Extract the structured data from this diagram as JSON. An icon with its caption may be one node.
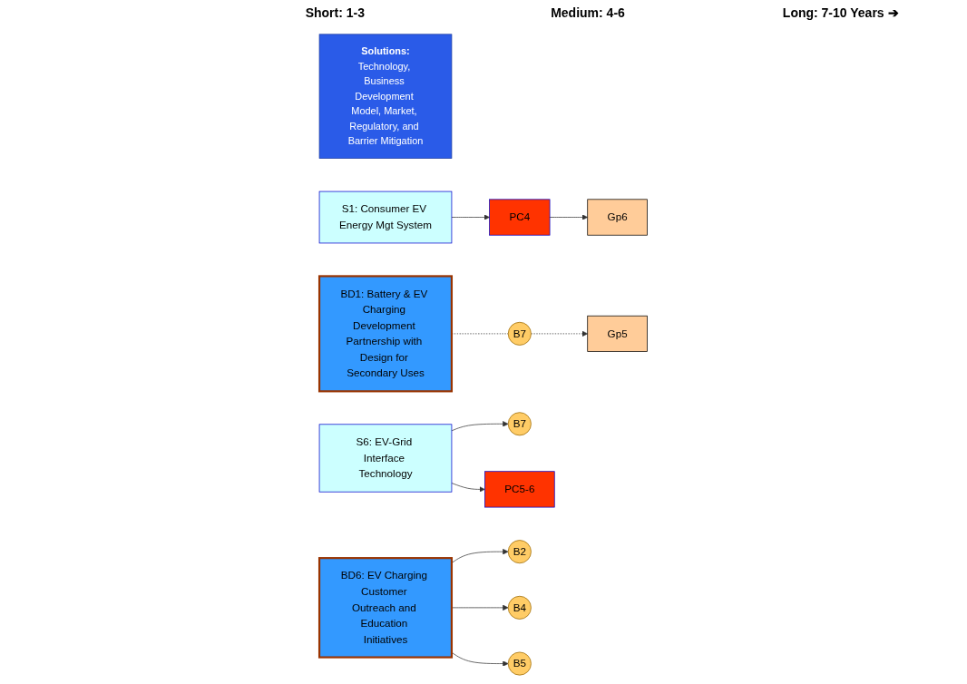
{
  "diagram": {
    "nodes": [
      {
        "text": [
          "Solutions:",
          "Technology, Business Development Model, Market, Regulatory, and Barrier Mitigation"
        ]
      },
      {
        "text": [
          "Gp6"
        ]
      },
      {
        "text": [
          "PC4"
        ]
      },
      {
        "text": [
          "S1: Consumer EV Energy Mgt System"
        ]
      },
      {
        "text": [
          "Gp5"
        ]
      },
      {
        "text": [
          "B7"
        ]
      },
      {
        "text": [
          "BD1: Battery & EV Charging Development Partnership with Design for Secondary Uses"
        ]
      },
      {
        "text": [
          "B7"
        ]
      },
      {
        "text": [
          "S6: EV-Grid Interface Technology"
        ]
      },
      {
        "text": [
          "PC5-6"
        ]
      },
      {
        "text": [
          "BD6: EV Charging Customer Outreach and Education Initiatives"
        ]
      },
      {
        "text": [
          "B2"
        ]
      },
      {
        "text": [
          "B4"
        ]
      },
      {
        "text": [
          "B5"
        ]
      }
    ],
    "edges": [
      {
        "from": 3,
        "to": 2,
        "arrow": "to"
      },
      {
        "from": 2,
        "to": 1,
        "arrow": "to"
      },
      {
        "from": 5,
        "to": 4,
        "arrow": "to",
        "style": "dashed"
      },
      {
        "from": 6,
        "to": 5,
        "arrow": "none",
        "style": "dashed"
      },
      {
        "from": 8,
        "to": 7,
        "arrow": "to"
      },
      {
        "from": 8,
        "to": 9,
        "arrow": "to"
      },
      {
        "from": 10,
        "to": 11,
        "arrow": "to"
      },
      {
        "from": 10,
        "to": 12,
        "arrow": "to"
      },
      {
        "from": 10,
        "to": 13,
        "arrow": "to"
      }
    ],
    "labels": [
      "Short: 1-3",
      "Medium: 4-6",
      "Long: 7-10 Years ➔"
    ]
  }
}
